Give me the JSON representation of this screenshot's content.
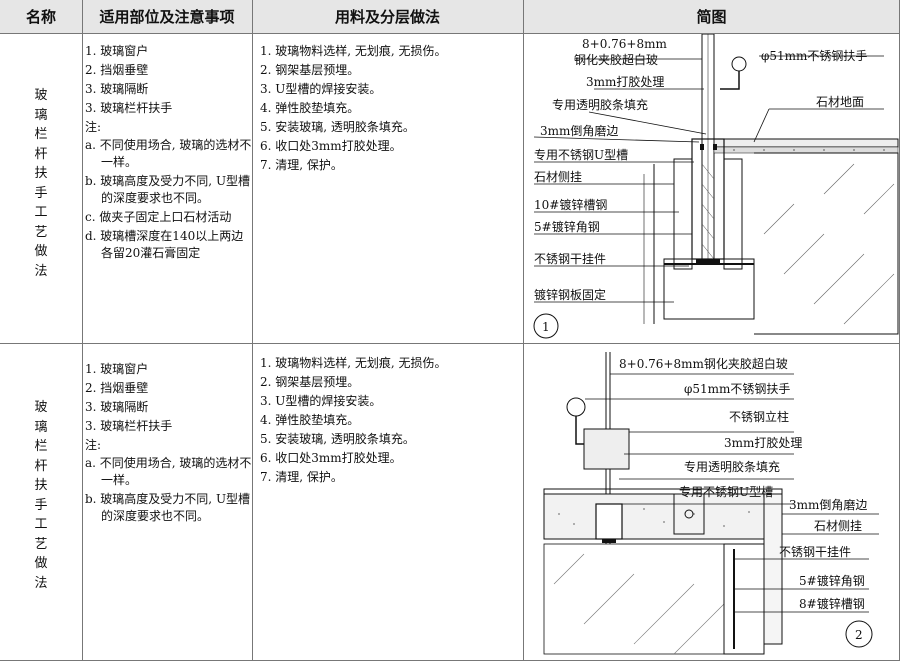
{
  "header": {
    "col_name": "名称",
    "col_scope": "适用部位及注意事项",
    "col_material": "用料及分层做法",
    "col_diagram": "简图"
  },
  "rows": [
    {
      "name_chars": [
        "玻",
        "璃",
        "栏",
        "杆",
        "扶",
        "手",
        "工",
        "艺",
        "做",
        "法"
      ],
      "scope_items": [
        "1. 玻璃窗户",
        "2. 挡烟垂壁",
        "3. 玻璃隔断",
        "3. 玻璃栏杆扶手"
      ],
      "note_label": "注:",
      "notes": [
        "a. 不同使用场合, 玻璃的选材不一样。",
        "b. 玻璃高度及受力不同, U型槽的深度要求也不同。",
        "c. 做夹子固定上口石材活动",
        "d. 玻璃槽深度在140以上两边各留20灌石膏固定"
      ],
      "materials": [
        "1. 玻璃物料选样, 无划痕, 无损伤。",
        "2. 钢架基层预埋。",
        "3. U型槽的焊接安装。",
        "4. 弹性胶垫填充。",
        "5. 安装玻璃, 透明胶条填充。",
        "6. 收口处3mm打胶处理。",
        "7. 清理, 保护。"
      ],
      "diagram": {
        "number": "1",
        "labels": [
          "8+0.76+8mm",
          "钢化夹胶超白玻",
          "φ51mm不锈钢扶手",
          "3mm打胶处理",
          "专用透明胶条填充",
          "石材地面",
          "3mm倒角磨边",
          "专用不锈钢U型槽",
          "石材侧挂",
          "10#镀锌槽钢",
          "5#镀锌角钢",
          "不锈钢干挂件",
          "镀锌钢板固定"
        ]
      }
    },
    {
      "name_chars": [
        "玻",
        "璃",
        "栏",
        "杆",
        "扶",
        "手",
        "工",
        "艺",
        "做",
        "法"
      ],
      "scope_items": [
        "1. 玻璃窗户",
        "2. 挡烟垂壁",
        "3. 玻璃隔断",
        "3. 玻璃栏杆扶手"
      ],
      "note_label": "注:",
      "notes": [
        "a. 不同使用场合, 玻璃的选材不一样。",
        "b. 玻璃高度及受力不同, U型槽的深度要求也不同。"
      ],
      "materials": [
        "1. 玻璃物料选样, 无划痕, 无损伤。",
        "2. 钢架基层预埋。",
        "3. U型槽的焊接安装。",
        "4. 弹性胶垫填充。",
        "5. 安装玻璃, 透明胶条填充。",
        "6. 收口处3mm打胶处理。",
        "7. 清理, 保护。"
      ],
      "diagram": {
        "number": "2",
        "labels": [
          "8+0.76+8mm钢化夹胶超白玻",
          "φ51mm不锈钢扶手",
          "不锈钢立柱",
          "3mm打胶处理",
          "专用透明胶条填充",
          "专用不锈钢U型槽",
          "3mm倒角磨边",
          "石材侧挂",
          "不锈钢干挂件",
          "5#镀锌角钢",
          "8#镀锌槽钢"
        ]
      }
    }
  ]
}
